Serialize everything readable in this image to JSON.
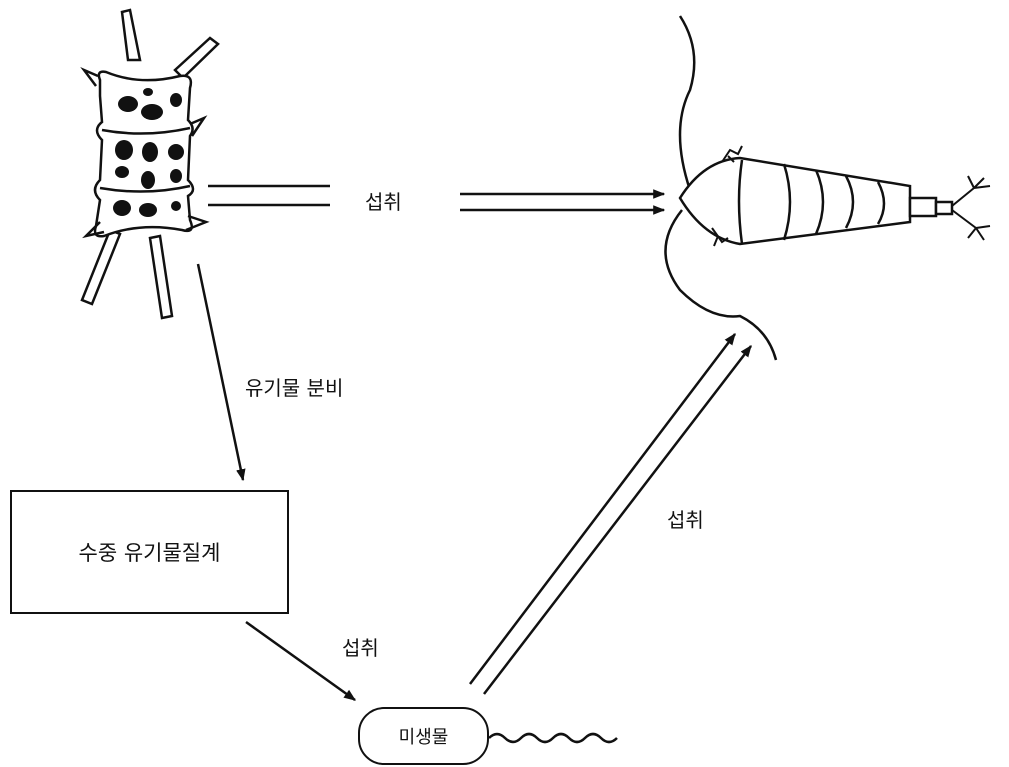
{
  "labels": {
    "ingest_top": "섭취",
    "secretion": "유기물 분비",
    "ingest_right": "섭취",
    "ingest_bottom": "섭취"
  },
  "nodes": {
    "dissolved_organic_matter": "수중 유기물질계",
    "microorganism": "미생물"
  },
  "icons": {
    "phytoplankton": "phytoplankton-icon",
    "zooplankton": "copepod-icon"
  }
}
